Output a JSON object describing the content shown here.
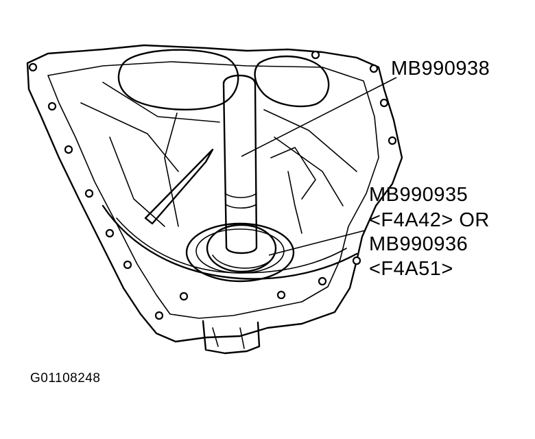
{
  "labels": {
    "tool_handle": "MB990938",
    "installer_line1": "MB990935",
    "installer_line2": "<F4A42> OR",
    "installer_line3": "MB990936",
    "installer_line4": "<F4A51>",
    "figure_id": "G01108248"
  },
  "colors": {
    "line": "#000000",
    "background": "#ffffff"
  }
}
